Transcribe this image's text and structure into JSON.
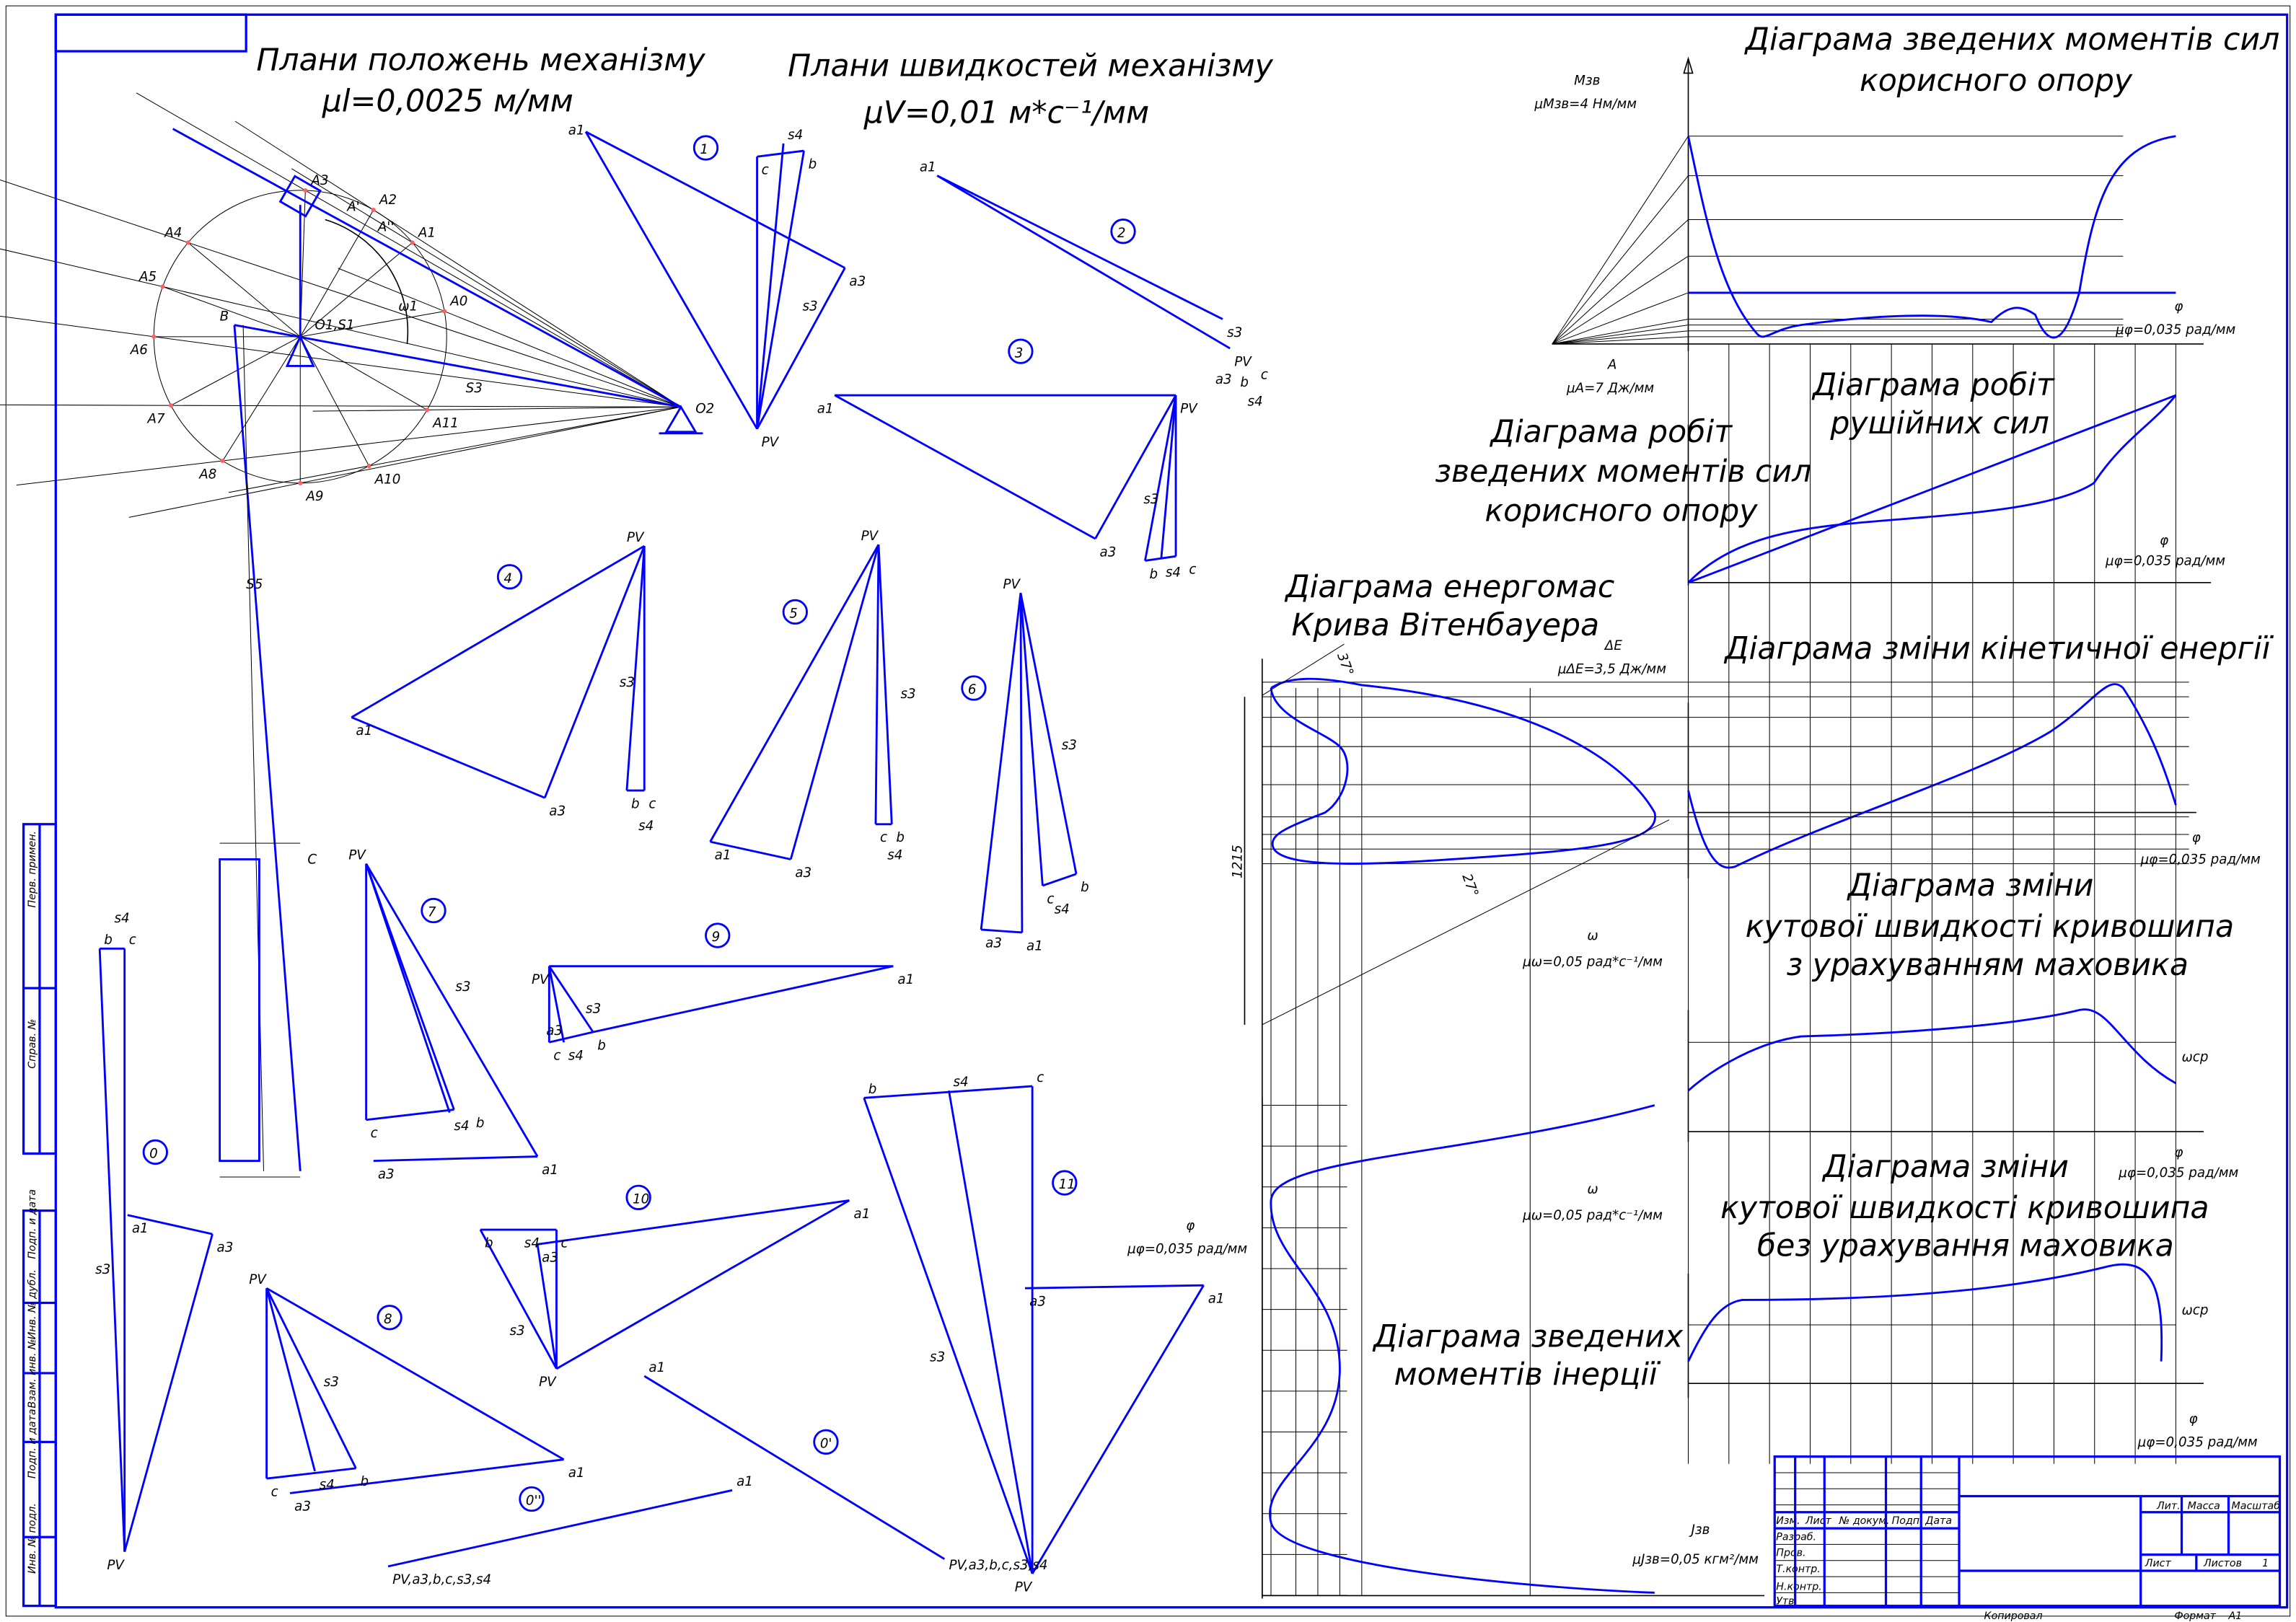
{
  "colors": {
    "line": "#0000ff",
    "construction": "#000000",
    "points": "#ff6060"
  },
  "positions_plan": {
    "title": "Плани положень механізму",
    "scale": "μl=0,0025 м/мм",
    "labels": [
      "A0",
      "A1",
      "A2",
      "A3",
      "A4",
      "A5",
      "A6",
      "A7",
      "A8",
      "A9",
      "A10",
      "A11",
      "A'",
      "A''",
      "B",
      "O1,S1",
      "O2",
      "S3",
      "S5",
      "C",
      "ω1"
    ]
  },
  "velocity_plan": {
    "title": "Плани швидкостей механізму",
    "scale": "μV=0,01 м*с⁻¹/мм"
  },
  "velocity_plans": [
    {
      "number": "1",
      "labels": [
        "a1",
        "a3",
        "PV",
        "b",
        "c",
        "s4",
        "s3"
      ]
    },
    {
      "number": "2",
      "labels": [
        "a1",
        "s3",
        "PV",
        "a3",
        "b",
        "s4",
        "c"
      ]
    },
    {
      "number": "3",
      "labels": [
        "a1",
        "PV",
        "a3",
        "b",
        "s4",
        "c",
        "s3"
      ]
    },
    {
      "number": "4",
      "labels": [
        "PV",
        "a1",
        "a3",
        "b",
        "s4",
        "c",
        "s3"
      ]
    },
    {
      "number": "5",
      "labels": [
        "PV",
        "a1",
        "a3",
        "c",
        "s4",
        "b",
        "s3"
      ]
    },
    {
      "number": "6",
      "labels": [
        "PV",
        "a3",
        "a1",
        "c",
        "s4",
        "b",
        "s3"
      ]
    },
    {
      "number": "7",
      "labels": [
        "PV",
        "c",
        "s4",
        "b",
        "a3",
        "a1",
        "s3"
      ]
    },
    {
      "number": "8",
      "labels": [
        "PV",
        "c",
        "s4",
        "b",
        "a3",
        "a1",
        "s3"
      ]
    },
    {
      "number": "9",
      "labels": [
        "PV",
        "a1",
        "a3",
        "b",
        "s4",
        "c",
        "s3"
      ]
    },
    {
      "number": "10",
      "labels": [
        "PV",
        "a1",
        "b",
        "s4",
        "c",
        "a3",
        "s3"
      ]
    },
    {
      "number": "11",
      "labels": [
        "PV",
        "b",
        "s4",
        "c",
        "a3",
        "a1",
        "s3"
      ]
    },
    {
      "number": "0",
      "labels": [
        "PV",
        "b",
        "s4",
        "c",
        "a1",
        "a3",
        "s3"
      ]
    },
    {
      "number": "0'",
      "labels": [
        "a1",
        "PV,a3,b,c,s3,s4"
      ]
    },
    {
      "number": "0''",
      "labels": [
        "a1",
        "PV,a3,b,c,s3,s4"
      ]
    }
  ],
  "moments_diagram": {
    "title1": "Діаграма зведених моментів сил",
    "title2": "корисного опору",
    "y_axis": "Mзв",
    "y_scale": "μMзв=4 Нм/мм",
    "x_axis": "φ",
    "x_scale": "μφ=0,035 рад/мм",
    "a_axis": "A",
    "a_scale": "μA=7 Дж/мм"
  },
  "works_drive": {
    "title1": "Діаграма робіт",
    "title2": "рушійних сил",
    "x_axis": "φ",
    "x_scale": "μφ=0,035 рад/мм"
  },
  "works_resist": {
    "title1": "Діаграма робіт",
    "title2": "зведених моментів сил",
    "title3": "корисного опору"
  },
  "energy_mass": {
    "title1": "Діаграма енергомас",
    "title2": "Крива Вітенбауера",
    "axis": "ΔE",
    "scale": "μΔE=3,5 Дж/мм",
    "angle_max": "37°",
    "angle_min": "27°",
    "dimension": "1215"
  },
  "kinetic": {
    "title": "Діаграма зміни кінетичної енергії",
    "x_axis": "φ",
    "x_scale": "μφ=0,035 рад/мм"
  },
  "omega_fly": {
    "title1": "Діаграма зміни",
    "title2": "кутової швидкості кривошипа",
    "title3": "з урахуванням маховика",
    "axis": "ω",
    "scale": "μω=0,05 рад*с⁻¹/мм",
    "mean": "ωср",
    "x_axis": "φ",
    "x_scale": "μφ=0,035 рад/мм"
  },
  "omega_nofly": {
    "title1": "Діаграма зміни",
    "title2": "кутової швидкості кривошипа",
    "title3": "без урахування маховика",
    "axis": "ω",
    "scale": "μω=0,05 рад*с⁻¹/мм",
    "mean": "ωср",
    "x_axis": "φ",
    "x_scale": "μφ=0,035 рад/мм"
  },
  "inertia": {
    "title1": "Діаграма зведених",
    "title2": "моментів інерції",
    "axis": "Jзв",
    "scale": "μJзв=0,05 кгм²/мм",
    "x_axis": "φ",
    "x_scale": "μφ=0,035 рад/мм"
  },
  "title_block": {
    "izm": "Изм.",
    "list": "Лист",
    "doc": "№ докум.",
    "sign": "Подп.",
    "date": "Дата",
    "razrab": "Разраб.",
    "prov": "Пров.",
    "tkontr": "Т.контр.",
    "nkontr": "Н.контр.",
    "utv": "Утв.",
    "lit": "Лит.",
    "mass": "Масса",
    "scale": "Масштаб",
    "sheet": "Лист",
    "sheets": "Листов",
    "sheets_count": "1",
    "copied": "Копировал",
    "format": "Формат",
    "format_value": "A1"
  },
  "side_stamp": [
    "Перв. примен.",
    "Справ. №",
    "Подп. и дата",
    "Инв. № дубл.",
    "Взам. инв. №",
    "Подп. и дата",
    "Инв. № подл."
  ]
}
